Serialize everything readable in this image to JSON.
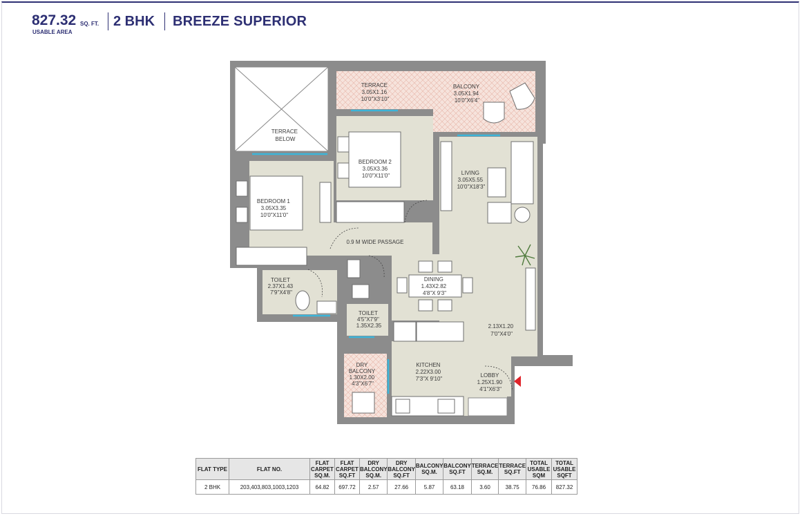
{
  "header": {
    "area_value": "827.32",
    "area_unit": "SQ. FT.",
    "area_label": "USABLE AREA",
    "bhk": "2 BHK",
    "title": "BREEZE SUPERIOR"
  },
  "rooms": {
    "terrace": [
      "TERRACE",
      "3.05X1.16",
      "10'0\"X3'10\""
    ],
    "balcony": [
      "BALCONY",
      "3.05X1.94",
      "10'0\"X6'4\""
    ],
    "terrace_below": [
      "TERRACE",
      "BELOW"
    ],
    "bedroom2": [
      "BEDROOM 2",
      "3.05X3.36",
      "10'0\"X11'0\""
    ],
    "living": [
      "LIVING",
      "3.05X5.55",
      "10'0\"X18'3\""
    ],
    "bedroom1": [
      "BEDROOM 1",
      "3.05X3.35",
      "10'0\"X11'0\""
    ],
    "passage": [
      "0.9 M WIDE PASSAGE"
    ],
    "toilet1": [
      "TOILET",
      "2.37X1.43",
      "7'9\"X4'8\""
    ],
    "dining": [
      "DINING",
      "1.43X2.82",
      "4'8\"X 9'3\""
    ],
    "toilet2": [
      "TOILET",
      "4'5\"X7'9\"",
      "1.35X2.35"
    ],
    "foyer": [
      "2.13X1.20",
      "7'0\"X4'0\""
    ],
    "kitchen": [
      "KITCHEN",
      "2.22X3.00",
      "7'3\"X 9'10\""
    ],
    "dry_balcony": [
      "DRY",
      "BALCONY",
      "1.30X2.00",
      "4'3\"X6'7\""
    ],
    "lobby": [
      "LOBBY",
      "1.25X1.90",
      "4'1\"X6'3\""
    ]
  },
  "colors": {
    "brand": "#2d2f73",
    "floor": "#e2e1d4",
    "wall": "#8c8c8c",
    "outdoor": "#f6e3dc",
    "glass": "#3cb5d9",
    "entry_arrow": "#e0242b"
  },
  "table": {
    "headers": [
      "FLAT TYPE",
      "FLAT NO.",
      "FLAT CARPET SQ.M.",
      "FLAT CARPET SQ.FT",
      "DRY BALCONY SQ.M.",
      "DRY BALCONY SQ.FT",
      "BALCONY SQ.M.",
      "BALCONY SQ.FT",
      "TERRACE SQ.M.",
      "TERRACE SQ.FT",
      "TOTAL USABLE SQM",
      "TOTAL USABLE SQFT"
    ],
    "rows": [
      [
        "2 BHK",
        "203,403,803,1003,1203",
        "64.82",
        "697.72",
        "2.57",
        "27.66",
        "5.87",
        "63.18",
        "3.60",
        "38.75",
        "76.86",
        "827.32"
      ]
    ]
  }
}
